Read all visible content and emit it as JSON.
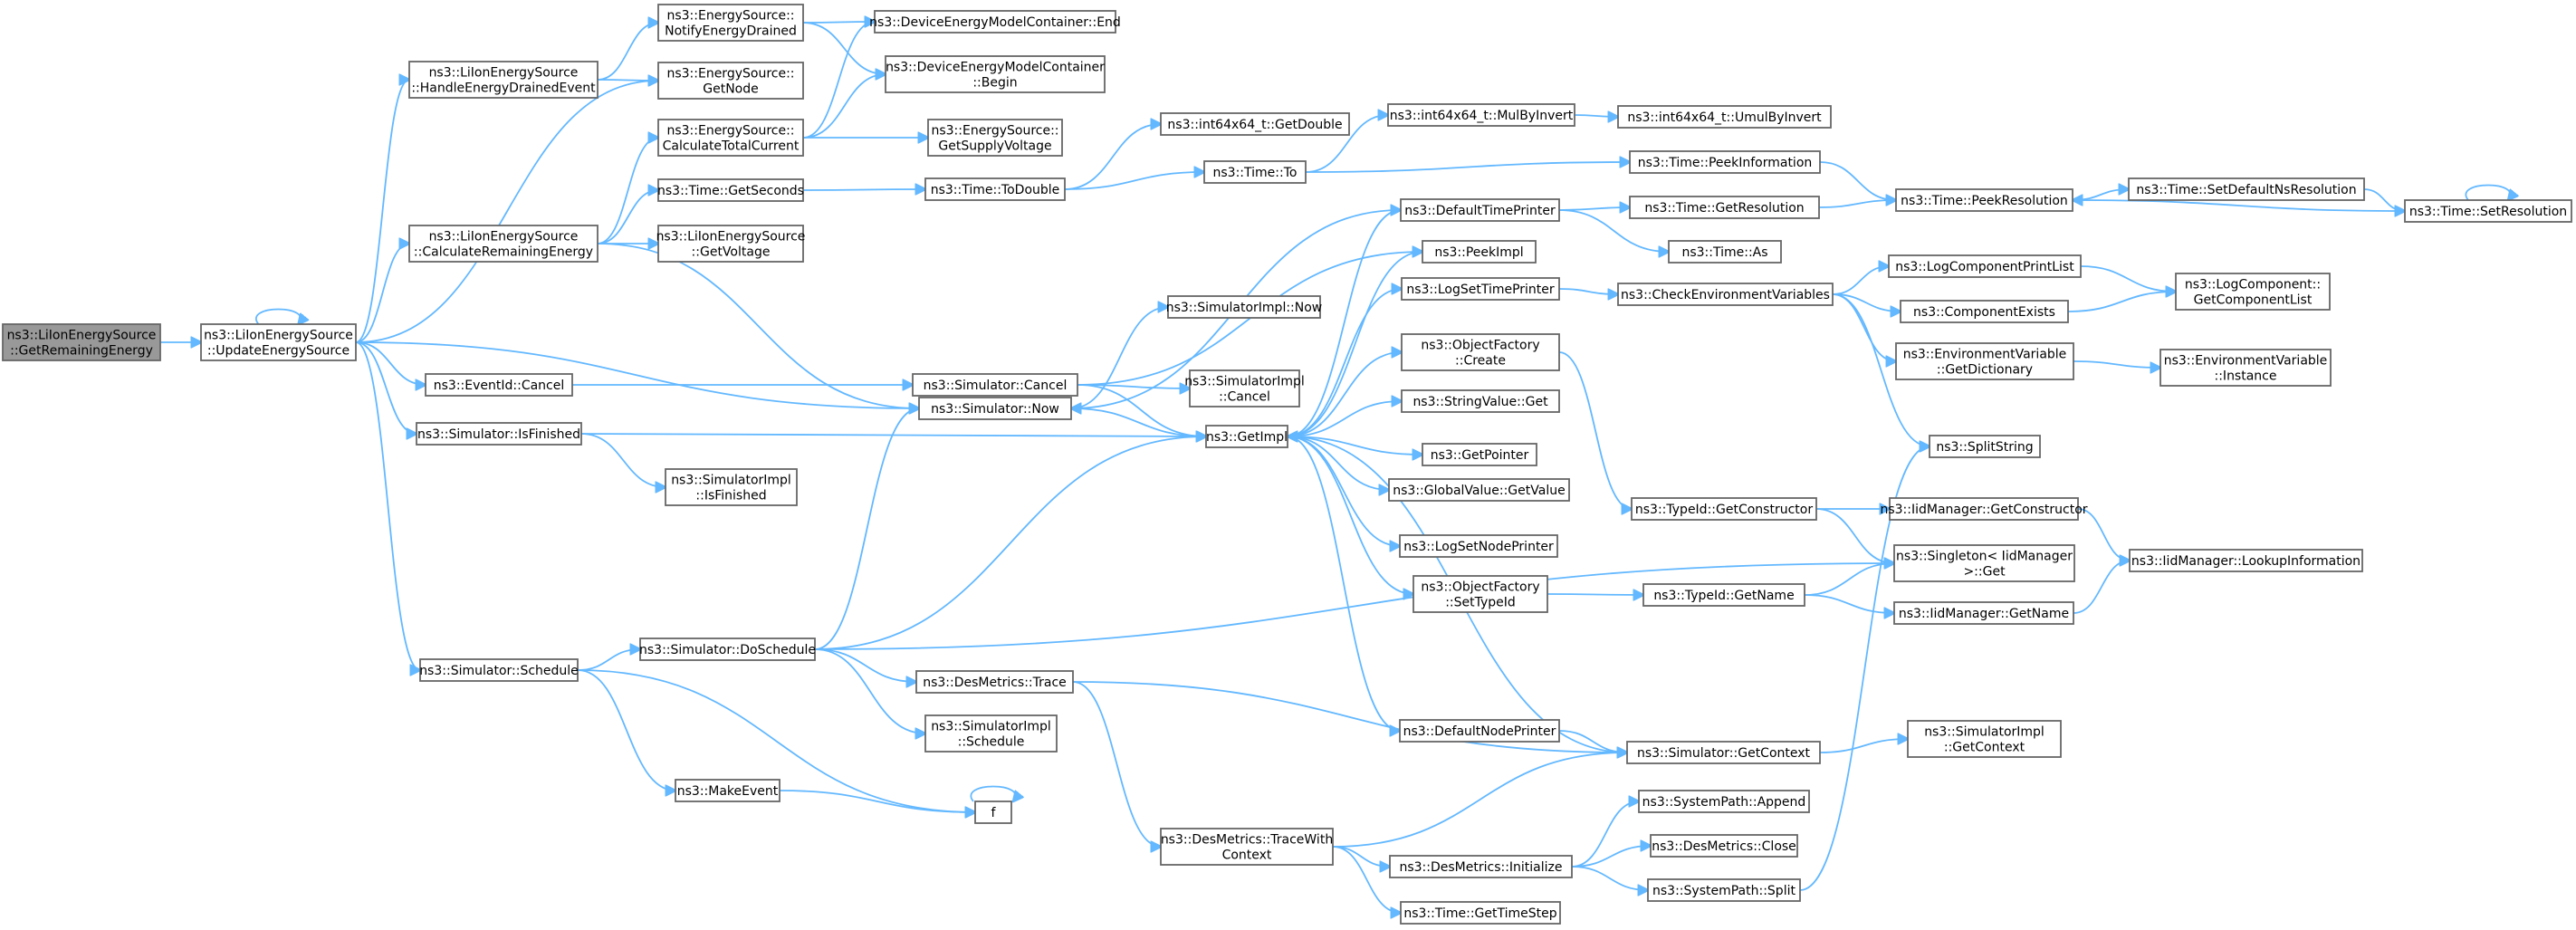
{
  "diagram": {
    "type": "call-graph",
    "colors": {
      "edge": "#63b8ff",
      "node_border": "#666666",
      "root_fill": "#999999",
      "node_fill": "#ffffff"
    },
    "nodes": [
      {
        "id": "root",
        "lines": [
          "ns3::LiIonEnergySource",
          "::GetRemainingEnergy"
        ],
        "root": true
      },
      {
        "id": "ues",
        "lines": [
          "ns3::LiIonEnergySource",
          "::UpdateEnergySource"
        ]
      },
      {
        "id": "hed",
        "lines": [
          "ns3::LiIonEnergySource",
          "::HandleEnergyDrainedEvent"
        ]
      },
      {
        "id": "cre",
        "lines": [
          "ns3::LiIonEnergySource",
          "::CalculateRemainingEnergy"
        ]
      },
      {
        "id": "evc",
        "lines": [
          "ns3::EventId::Cancel"
        ]
      },
      {
        "id": "sif",
        "lines": [
          "ns3::Simulator::IsFinished"
        ]
      },
      {
        "id": "ssc",
        "lines": [
          "ns3::Simulator::Schedule"
        ]
      },
      {
        "id": "ned",
        "lines": [
          "ns3::EnergySource::",
          "NotifyEnergyDrained"
        ]
      },
      {
        "id": "egn",
        "lines": [
          "ns3::EnergySource::",
          "GetNode"
        ]
      },
      {
        "id": "ctc",
        "lines": [
          "ns3::EnergySource::",
          "CalculateTotalCurrent"
        ]
      },
      {
        "id": "tgs",
        "lines": [
          "ns3::Time::GetSeconds"
        ]
      },
      {
        "id": "lgv",
        "lines": [
          "ns3::LiIonEnergySource",
          "::GetVoltage"
        ]
      },
      {
        "id": "sin",
        "lines": [
          "ns3::SimulatorImpl",
          "::IsFinished"
        ]
      },
      {
        "id": "sds",
        "lines": [
          "ns3::Simulator::DoSchedule"
        ]
      },
      {
        "id": "mev",
        "lines": [
          "ns3::MakeEvent"
        ]
      },
      {
        "id": "dme",
        "lines": [
          "ns3::DeviceEnergyModelContainer::End"
        ]
      },
      {
        "id": "dmb",
        "lines": [
          "ns3::DeviceEnergyModelContainer",
          "::Begin"
        ]
      },
      {
        "id": "gsv",
        "lines": [
          "ns3::EnergySource::",
          "GetSupplyVoltage"
        ]
      },
      {
        "id": "ttd",
        "lines": [
          "ns3::Time::ToDouble"
        ]
      },
      {
        "id": "snow",
        "lines": [
          "ns3::Simulator::Now"
        ]
      },
      {
        "id": "scan",
        "lines": [
          "ns3::Simulator::Cancel"
        ]
      },
      {
        "id": "dmt",
        "lines": [
          "ns3::DesMetrics::Trace"
        ]
      },
      {
        "id": "sisch",
        "lines": [
          "ns3::SimulatorImpl",
          "::Schedule"
        ]
      },
      {
        "id": "f",
        "lines": [
          "f"
        ]
      },
      {
        "id": "i64d",
        "lines": [
          "ns3::int64x64_t::GetDouble"
        ]
      },
      {
        "id": "tto",
        "lines": [
          "ns3::Time::To"
        ]
      },
      {
        "id": "sinow",
        "lines": [
          "ns3::SimulatorImpl::Now"
        ]
      },
      {
        "id": "sican",
        "lines": [
          "ns3::SimulatorImpl",
          "::Cancel"
        ]
      },
      {
        "id": "gimpl",
        "lines": [
          "ns3::GetImpl"
        ]
      },
      {
        "id": "dmtwc",
        "lines": [
          "ns3::DesMetrics::TraceWith",
          "Context"
        ]
      },
      {
        "id": "i64m",
        "lines": [
          "ns3::int64x64_t::MulByInvert"
        ]
      },
      {
        "id": "dtp",
        "lines": [
          "ns3::DefaultTimePrinter"
        ]
      },
      {
        "id": "pimpl",
        "lines": [
          "ns3::PeekImpl"
        ]
      },
      {
        "id": "lstp",
        "lines": [
          "ns3::LogSetTimePrinter"
        ]
      },
      {
        "id": "ofc",
        "lines": [
          "ns3::ObjectFactory",
          "::Create"
        ]
      },
      {
        "id": "svg",
        "lines": [
          "ns3::StringValue::Get"
        ]
      },
      {
        "id": "gptr",
        "lines": [
          "ns3::GetPointer"
        ]
      },
      {
        "id": "gvg",
        "lines": [
          "ns3::GlobalValue::GetValue"
        ]
      },
      {
        "id": "lsnp",
        "lines": [
          "ns3::LogSetNodePrinter"
        ]
      },
      {
        "id": "ofst",
        "lines": [
          "ns3::ObjectFactory",
          "::SetTypeId"
        ]
      },
      {
        "id": "dnp",
        "lines": [
          "ns3::DefaultNodePrinter"
        ]
      },
      {
        "id": "dmi",
        "lines": [
          "ns3::DesMetrics::Initialize"
        ]
      },
      {
        "id": "tgts",
        "lines": [
          "ns3::Time::GetTimeStep"
        ]
      },
      {
        "id": "i64u",
        "lines": [
          "ns3::int64x64_t::UmulByInvert"
        ]
      },
      {
        "id": "tpi",
        "lines": [
          "ns3::Time::PeekInformation"
        ]
      },
      {
        "id": "tgr",
        "lines": [
          "ns3::Time::GetResolution"
        ]
      },
      {
        "id": "tas",
        "lines": [
          "ns3::Time::As"
        ]
      },
      {
        "id": "cev",
        "lines": [
          "ns3::CheckEnvironmentVariables"
        ]
      },
      {
        "id": "tgc",
        "lines": [
          "ns3::TypeId::GetConstructor"
        ]
      },
      {
        "id": "tgn",
        "lines": [
          "ns3::TypeId::GetName"
        ]
      },
      {
        "id": "sgc",
        "lines": [
          "ns3::Simulator::GetContext"
        ]
      },
      {
        "id": "spa",
        "lines": [
          "ns3::SystemPath::Append"
        ]
      },
      {
        "id": "dmc",
        "lines": [
          "ns3::DesMetrics::Close"
        ]
      },
      {
        "id": "sps",
        "lines": [
          "ns3::SystemPath::Split"
        ]
      },
      {
        "id": "tpr",
        "lines": [
          "ns3::Time::PeekResolution"
        ]
      },
      {
        "id": "lcpl",
        "lines": [
          "ns3::LogComponentPrintList"
        ]
      },
      {
        "id": "cex",
        "lines": [
          "ns3::ComponentExists"
        ]
      },
      {
        "id": "evgd",
        "lines": [
          "ns3::EnvironmentVariable",
          "::GetDictionary"
        ]
      },
      {
        "id": "split",
        "lines": [
          "ns3::SplitString"
        ]
      },
      {
        "id": "imgc",
        "lines": [
          "ns3::IidManager::GetConstructor"
        ]
      },
      {
        "id": "sget",
        "lines": [
          "ns3::Singleton< IidManager",
          ">::Get"
        ]
      },
      {
        "id": "imgn",
        "lines": [
          "ns3::IidManager::GetName"
        ]
      },
      {
        "id": "sigc",
        "lines": [
          "ns3::SimulatorImpl",
          "::GetContext"
        ]
      },
      {
        "id": "tsdr",
        "lines": [
          "ns3::Time::SetDefaultNsResolution"
        ]
      },
      {
        "id": "lcgc",
        "lines": [
          "ns3::LogComponent::",
          "GetComponentList"
        ]
      },
      {
        "id": "evi",
        "lines": [
          "ns3::EnvironmentVariable",
          "::Instance"
        ]
      },
      {
        "id": "imli",
        "lines": [
          "ns3::IidManager::LookupInformation"
        ]
      },
      {
        "id": "tsr",
        "lines": [
          "ns3::Time::SetResolution"
        ]
      }
    ],
    "edges": [
      [
        "root",
        "ues"
      ],
      [
        "ues",
        "ues"
      ],
      [
        "ues",
        "hed"
      ],
      [
        "ues",
        "egn"
      ],
      [
        "ues",
        "cre"
      ],
      [
        "ues",
        "snow"
      ],
      [
        "ues",
        "evc"
      ],
      [
        "ues",
        "sif"
      ],
      [
        "ues",
        "ssc"
      ],
      [
        "hed",
        "ned"
      ],
      [
        "hed",
        "egn"
      ],
      [
        "ned",
        "dme"
      ],
      [
        "ned",
        "dmb"
      ],
      [
        "cre",
        "ctc"
      ],
      [
        "cre",
        "tgs"
      ],
      [
        "cre",
        "lgv"
      ],
      [
        "cre",
        "snow"
      ],
      [
        "ctc",
        "dme"
      ],
      [
        "ctc",
        "dmb"
      ],
      [
        "ctc",
        "gsv"
      ],
      [
        "tgs",
        "ttd"
      ],
      [
        "ttd",
        "i64d"
      ],
      [
        "ttd",
        "tto"
      ],
      [
        "tto",
        "i64m"
      ],
      [
        "tto",
        "tpi"
      ],
      [
        "i64m",
        "i64u"
      ],
      [
        "tpi",
        "tpr"
      ],
      [
        "tpr",
        "tsdr"
      ],
      [
        "tsdr",
        "tsr"
      ],
      [
        "tsr",
        "tsr"
      ],
      [
        "tsr",
        "tpr"
      ],
      [
        "evc",
        "scan"
      ],
      [
        "scan",
        "pimpl"
      ],
      [
        "scan",
        "sican"
      ],
      [
        "scan",
        "gimpl"
      ],
      [
        "sif",
        "sin"
      ],
      [
        "sif",
        "gimpl"
      ],
      [
        "snow",
        "sinow"
      ],
      [
        "snow",
        "gimpl"
      ],
      [
        "ssc",
        "sds"
      ],
      [
        "ssc",
        "mev"
      ],
      [
        "ssc",
        "f"
      ],
      [
        "sds",
        "snow"
      ],
      [
        "sds",
        "gimpl"
      ],
      [
        "sds",
        "dmt"
      ],
      [
        "sds",
        "sisch"
      ],
      [
        "sds",
        "sget"
      ],
      [
        "mev",
        "f"
      ],
      [
        "f",
        "f"
      ],
      [
        "dmt",
        "sgc"
      ],
      [
        "dmt",
        "dmtwc"
      ],
      [
        "dmtwc",
        "sgc"
      ],
      [
        "dmtwc",
        "dmi"
      ],
      [
        "dmtwc",
        "tgts"
      ],
      [
        "dmi",
        "spa"
      ],
      [
        "dmi",
        "dmc"
      ],
      [
        "dmi",
        "sps"
      ],
      [
        "sps",
        "split"
      ],
      [
        "gimpl",
        "dtp"
      ],
      [
        "gimpl",
        "pimpl"
      ],
      [
        "gimpl",
        "lstp"
      ],
      [
        "gimpl",
        "ofc"
      ],
      [
        "gimpl",
        "svg"
      ],
      [
        "gimpl",
        "gptr"
      ],
      [
        "gimpl",
        "gvg"
      ],
      [
        "gimpl",
        "lsnp"
      ],
      [
        "gimpl",
        "ofst"
      ],
      [
        "gimpl",
        "dnp"
      ],
      [
        "dtp",
        "snow"
      ],
      [
        "dtp",
        "tgr"
      ],
      [
        "dtp",
        "tas"
      ],
      [
        "tgr",
        "tpr"
      ],
      [
        "lstp",
        "cev"
      ],
      [
        "cev",
        "lcpl"
      ],
      [
        "cev",
        "cex"
      ],
      [
        "cev",
        "evgd"
      ],
      [
        "cev",
        "split"
      ],
      [
        "lcpl",
        "lcgc"
      ],
      [
        "cex",
        "lcgc"
      ],
      [
        "evgd",
        "evi"
      ],
      [
        "ofc",
        "tgc"
      ],
      [
        "tgc",
        "imgc"
      ],
      [
        "tgc",
        "sget"
      ],
      [
        "imgc",
        "imli"
      ],
      [
        "ofst",
        "tgn"
      ],
      [
        "tgn",
        "sget"
      ],
      [
        "tgn",
        "imgn"
      ],
      [
        "imgn",
        "imli"
      ],
      [
        "dnp",
        "sgc"
      ],
      [
        "sgc",
        "gimpl"
      ],
      [
        "sgc",
        "sigc"
      ]
    ]
  }
}
